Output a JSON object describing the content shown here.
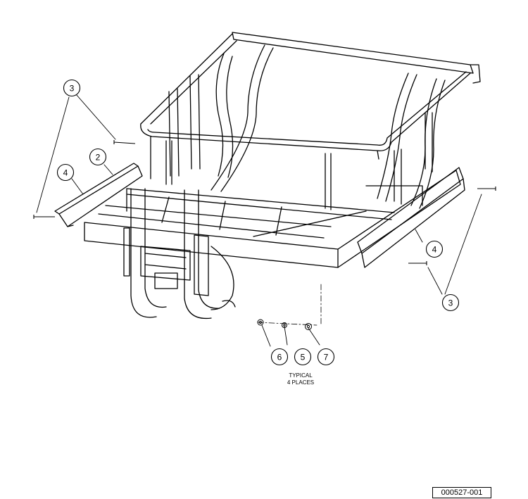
{
  "callouts": [
    {
      "id": "c3-left",
      "label": "3"
    },
    {
      "id": "c2",
      "label": "2"
    },
    {
      "id": "c4-left",
      "label": "4"
    },
    {
      "id": "c4-right",
      "label": "4"
    },
    {
      "id": "c3-right",
      "label": "3"
    },
    {
      "id": "c6",
      "label": "6"
    },
    {
      "id": "c5",
      "label": "5"
    },
    {
      "id": "c7",
      "label": "7"
    }
  ],
  "note": {
    "line1": "TYPICAL",
    "line2": "4 PLACES"
  },
  "document_number": "000527-001"
}
